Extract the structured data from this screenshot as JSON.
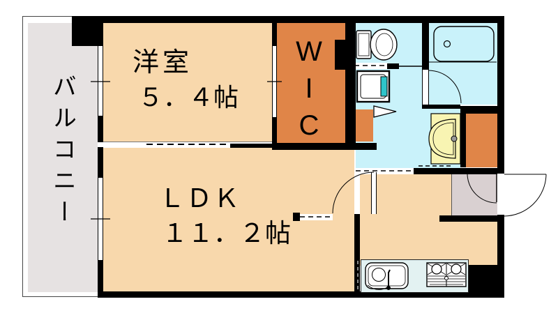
{
  "floorplan": {
    "rooms": {
      "balcony": {
        "label": "バルコニー"
      },
      "bedroom": {
        "label": "洋室",
        "size": "５．４帖"
      },
      "wic": {
        "label": "WIC"
      },
      "ldk": {
        "label": "ＬＤＫ",
        "size": "１１．２帖"
      }
    },
    "fixtures": [
      "toilet",
      "bathtub",
      "washbasin",
      "washing-machine-pan",
      "kitchen-sink",
      "gas-stove",
      "entrance-door",
      "bath-door",
      "hall-door",
      "sliding-door",
      "window"
    ],
    "colors": {
      "peach": "#F8D8AC",
      "orange": "#E08548",
      "cyan": "#C9F2FA",
      "teal": "#2EC4CA",
      "yellow": "#F8F4B2",
      "balcony-gray": "#E6E2E2",
      "entrance-gray": "#D9D0D1",
      "counter-blue": "#E3F2F2",
      "wall": "#000000"
    }
  }
}
